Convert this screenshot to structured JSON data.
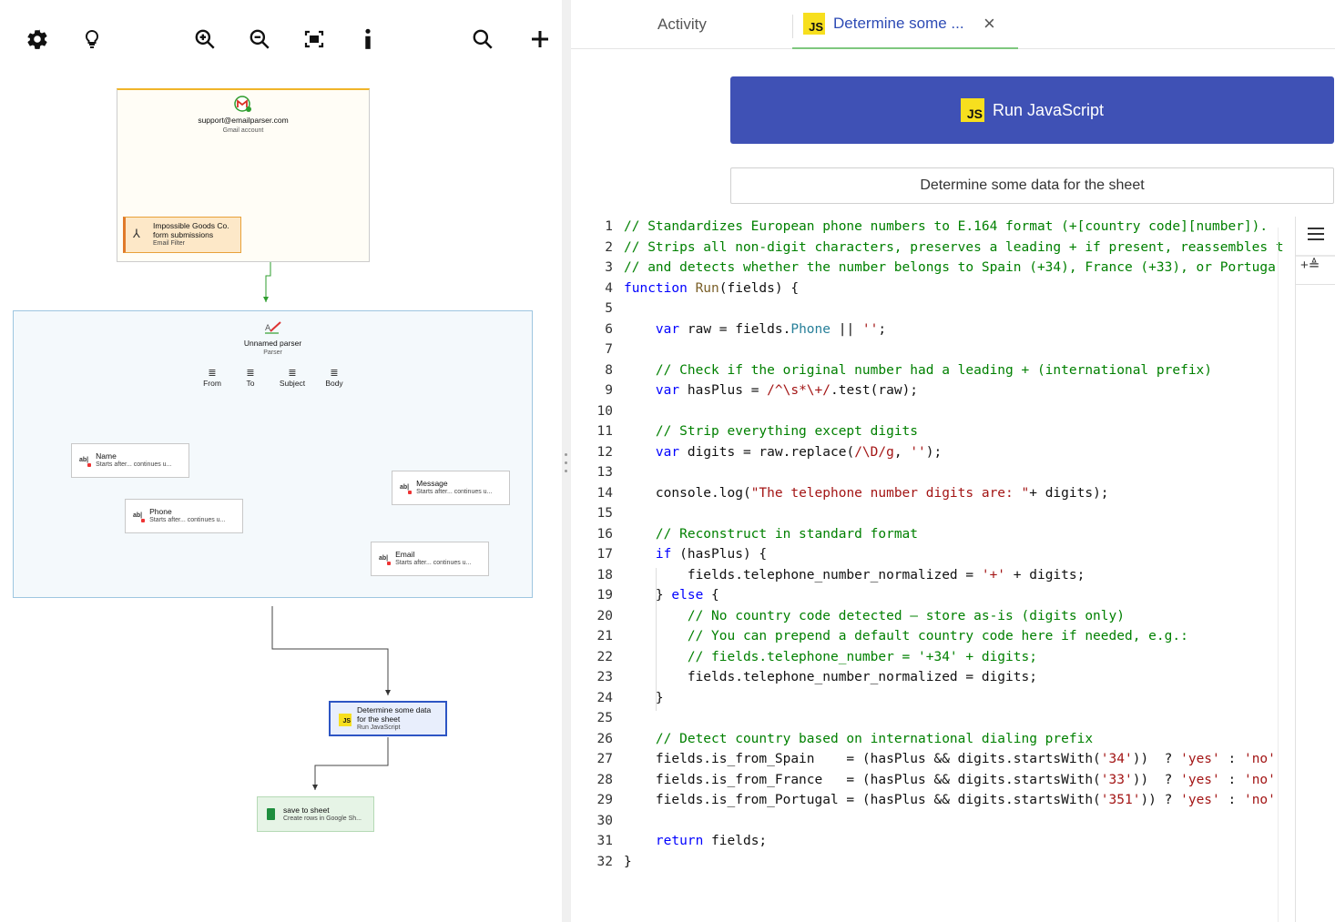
{
  "toolbar": {
    "icons": [
      "gear-icon",
      "lightbulb-icon",
      "zoom-in-icon",
      "zoom-out-icon",
      "fit-screen-icon",
      "info-icon",
      "search-icon",
      "plus-icon"
    ]
  },
  "flow": {
    "source": {
      "title": "support@emailparser.com",
      "subtitle": "Gmail account"
    },
    "filter": {
      "title_line1": "Impossible Goods Co.",
      "title_line2": "form submissions",
      "subtitle": "Email Filter"
    },
    "parser": {
      "title": "Unnamed parser",
      "subtitle": "Parser",
      "fields": [
        "From",
        "To",
        "Subject",
        "Body"
      ]
    },
    "rules": [
      {
        "title": "Name",
        "subtitle": "Starts after... continues u..."
      },
      {
        "title": "Message",
        "subtitle": "Starts after... continues u..."
      },
      {
        "title": "Phone",
        "subtitle": "Starts after... continues u..."
      },
      {
        "title": "Email",
        "subtitle": "Starts after... continues u..."
      }
    ],
    "js_action": {
      "title_line1": "Determine some data",
      "title_line2": "for the sheet",
      "subtitle": "Run JavaScript"
    },
    "sheet_action": {
      "title": "save to sheet",
      "subtitle": "Create rows in Google Sh..."
    },
    "colors": {
      "filter_accent": "#e8a13a",
      "source_top": "#f0b429",
      "js_border": "#2d55c4",
      "sheet_bg": "#e6f4e6",
      "arrow_green": "#2e9e2e"
    }
  },
  "tabs": {
    "activity": "Activity",
    "active": "Determine some ...",
    "js_badge": "JS",
    "close": "×"
  },
  "panel": {
    "run_label": "Run JavaScript",
    "js_badge": "JS",
    "description": "Determine some data for the sheet",
    "accent": "#3f51b5"
  },
  "code": {
    "lines": [
      "// Standardizes European phone numbers to E.164 format (+[country code][number]).",
      "// Strips all non-digit characters, preserves a leading + if present, reassembles t",
      "// and detects whether the number belongs to Spain (+34), France (+33), or Portuga",
      "function Run(fields) {",
      "",
      "    var raw = fields.Phone || '';",
      "",
      "    // Check if the original number had a leading + (international prefix)",
      "    var hasPlus = /^\\s*\\+/.test(raw);",
      "",
      "    // Strip everything except digits",
      "    var digits = raw.replace(/\\D/g, '');",
      "",
      "    console.log(\"The telephone number digits are: \"+ digits);",
      "",
      "    // Reconstruct in standard format",
      "    if (hasPlus) {",
      "        fields.telephone_number_normalized = '+' + digits;",
      "    } else {",
      "        // No country code detected — store as-is (digits only)",
      "        // You can prepend a default country code here if needed, e.g.:",
      "        // fields.telephone_number = '+34' + digits;",
      "        fields.telephone_number_normalized = digits;",
      "    }",
      "",
      "    // Detect country based on international dialing prefix",
      "    fields.is_from_Spain    = (hasPlus && digits.startsWith('34'))  ? 'yes' : 'no'",
      "    fields.is_from_France   = (hasPlus && digits.startsWith('33'))  ? 'yes' : 'no'",
      "    fields.is_from_Portugal = (hasPlus && digits.startsWith('351')) ? 'yes' : 'no'",
      "",
      "    return fields;",
      "}"
    ]
  }
}
